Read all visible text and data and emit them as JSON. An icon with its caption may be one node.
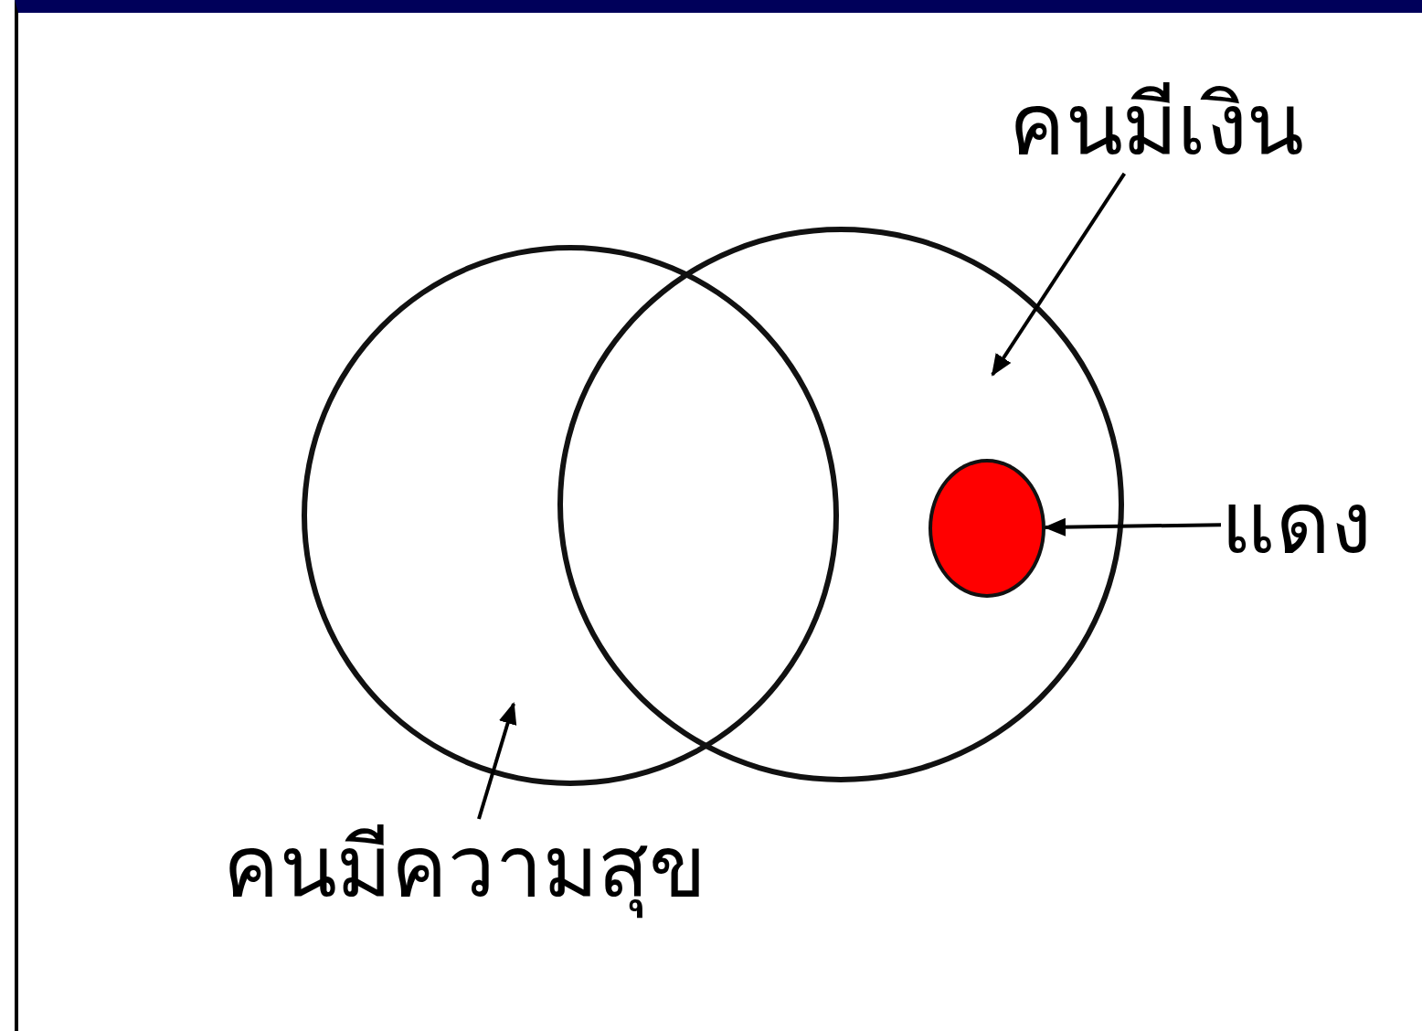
{
  "diagram": {
    "nodes": [
      {
        "text": [],
        "shape": "circle"
      },
      {
        "text": [],
        "shape": "circle"
      },
      {
        "text": [],
        "shape": "circle",
        "in": 1
      },
      {
        "text": [
          "คนมีเงิน"
        ]
      },
      {
        "text": [
          "แดง"
        ]
      },
      {
        "text": [
          "คนมีความสุข"
        ]
      }
    ],
    "edges": [
      {
        "from": 3,
        "to": 1,
        "arrow": "to"
      },
      {
        "from": 4,
        "to": 2,
        "arrow": "to"
      },
      {
        "from": 5,
        "to": 0,
        "arrow": "to"
      }
    ]
  }
}
